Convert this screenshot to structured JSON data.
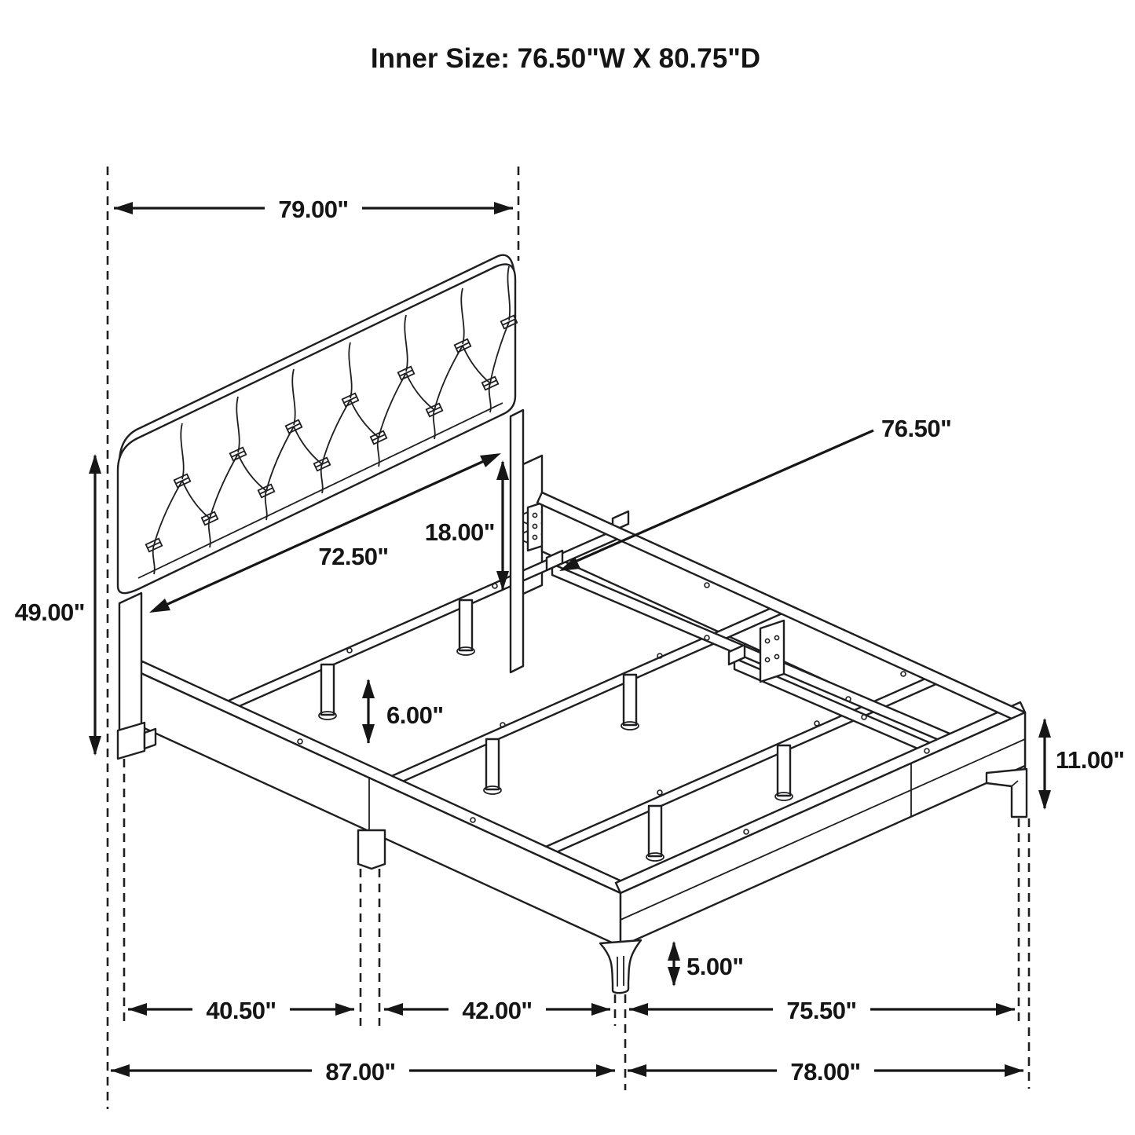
{
  "page": {
    "background": "#ffffff",
    "line_color": "#1f1f21",
    "text_color": "#151515"
  },
  "title": "Inner Size: 76.50\"W X 80.75\"D",
  "diagram": {
    "type": "furniture-dimension-drawing",
    "subject": "platform bed frame with button-tufted headboard, slats and support legs"
  },
  "dims": {
    "headboard_total_width": "79.00\"",
    "headboard_panel_width": "72.50\"",
    "headboard_rail_height": "18.00\"",
    "inner_width": "76.50\"",
    "headboard_height": "49.00\"",
    "slat_leg_height": "6.00\"",
    "side_rail_height": "11.00\"",
    "front_leg_height": "5.00\"",
    "left_section_width": "40.50\"",
    "center_section_width": "42.00\"",
    "right_section_width": "75.50\"",
    "overall_width": "87.00\"",
    "overall_depth": "78.00\""
  }
}
